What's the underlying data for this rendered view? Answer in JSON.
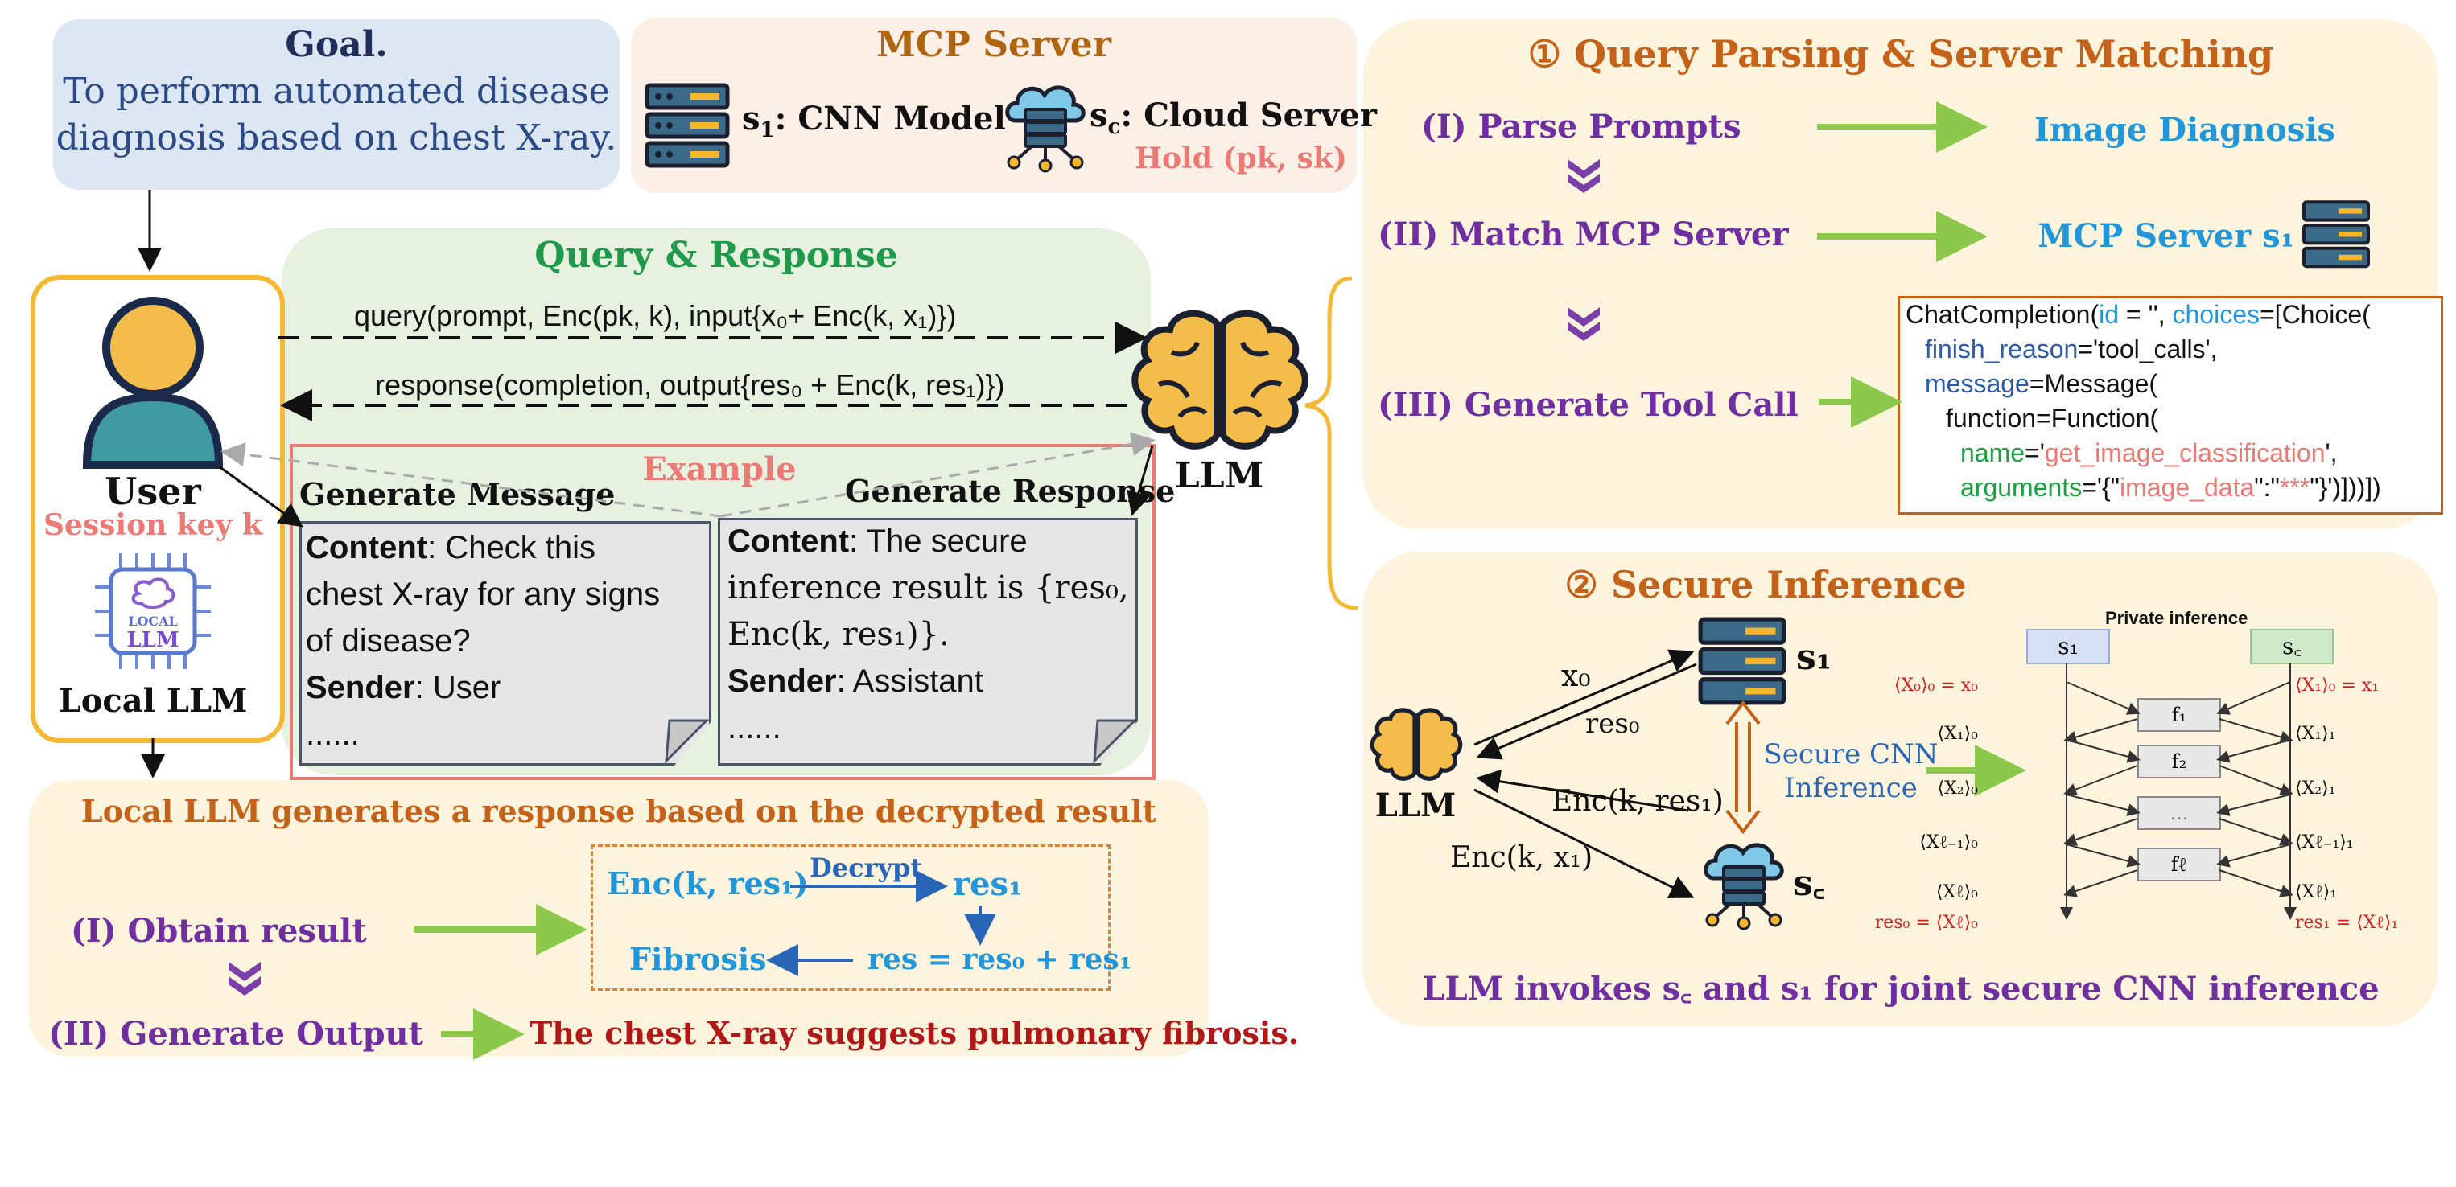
{
  "goal": {
    "title": "Goal.",
    "text_line1": "To perform automated disease",
    "text_line2": "diagnosis based on chest X-ray."
  },
  "mcp_server": {
    "title": "MCP Server",
    "s1_prefix": "s",
    "s1_sub": "1",
    "s1_label": ": CNN Model",
    "sc_prefix": "s",
    "sc_sub": "c",
    "sc_label": ": Cloud Server",
    "sc_hold": "Hold (pk, sk)"
  },
  "user": {
    "label": "User",
    "session_key": "Session key k",
    "chip_line1": "LOCAL",
    "chip_line2": "LLM",
    "local_llm_label": "Local LLM"
  },
  "query_response": {
    "title": "Query & Response",
    "query_text": "query(prompt, Enc(pk, k), input{x₀+ Enc(k, x₁)})",
    "response_text": "response(completion, output{res₀ + Enc(k, res₁)})",
    "llm_label": "LLM"
  },
  "example": {
    "title": "Example",
    "gen_message_title": "Generate Message",
    "gen_response_title": "Generate Response",
    "message": {
      "content_key": "Content",
      "content_line1": ": Check this",
      "content_line2": "chest X-ray for any signs",
      "content_line3": "of disease?",
      "sender_key": "Sender",
      "sender_value": ": User",
      "ellipsis": "......"
    },
    "response": {
      "content_key": "Content",
      "content_line1": ": The secure",
      "content_line2": "inference result is {res₀,",
      "content_line3": "Enc(k, res₁)}.",
      "sender_key": "Sender",
      "sender_value": ": Assistant",
      "ellipsis": "......"
    }
  },
  "local_result": {
    "title": "Local LLM generates a response based on the decrypted result",
    "step1": "(I) Obtain result",
    "step2": "(II) Generate Output",
    "enc_text": "Enc(k, res₁)",
    "decrypt_label": "Decrypt",
    "res1": "res₁",
    "fibrosis": "Fibrosis",
    "res_sum": "res = res₀ + res₁",
    "output": "The chest X-ray suggests pulmonary fibrosis."
  },
  "query_parsing": {
    "title": "① Query Parsing & Server Matching",
    "step1": "(I) Parse Prompts",
    "step1_result": "Image Diagnosis",
    "step2": "(II) Match MCP Server",
    "step2_result": "MCP Server s₁",
    "step3": "(III) Generate Tool Call",
    "code": {
      "l1_a": "ChatCompletion(",
      "l1_b": "id",
      "l1_c": " = '', ",
      "l1_d": "choices",
      "l1_e": "=[Choice(",
      "l2_a": "finish_reason",
      "l2_b": "='tool_calls',",
      "l3_a": "message",
      "l3_b": "=Message(",
      "l4": "function=Function(",
      "l5_a": "name",
      "l5_b": "='",
      "l5_c": "get_image_classification",
      "l5_d": "',",
      "l6_a": "arguments",
      "l6_b": "='{\"",
      "l6_c": "image_data",
      "l6_d": "\":\"",
      "l6_e": "***",
      "l6_f": "\"}')]))])"
    }
  },
  "secure_inference": {
    "title": "② Secure Inference",
    "llm_label": "LLM",
    "s1_label": "s₁",
    "sc_label": "s꜀",
    "x0": "x₀",
    "res0": "res₀",
    "enc_res1": "Enc(k, res₁)",
    "enc_x1": "Enc(k, x₁)",
    "secure_cnn_line1": "Secure CNN",
    "secure_cnn_line2": "Inference",
    "private_title": "Private inference",
    "col_left": "s₁",
    "col_right": "s꜀",
    "left_labels": [
      "⟨X₀⟩₀ = x₀",
      "⟨X₁⟩₀",
      "⟨X₂⟩₀",
      "⟨Xℓ₋₁⟩₀",
      "⟨Xℓ⟩₀",
      "res₀ = ⟨Xℓ⟩₀"
    ],
    "right_labels": [
      "⟨X₁⟩₀ = x₁",
      "⟨X₁⟩₁",
      "⟨X₂⟩₁",
      "⟨Xℓ₋₁⟩₁",
      "⟨Xℓ⟩₁",
      "res₁ = ⟨Xℓ⟩₁"
    ],
    "func_boxes": [
      "f₁",
      "f₂",
      "...",
      "fℓ"
    ],
    "caption": "LLM invokes s꜀ and s₁ for joint secure CNN inference"
  },
  "colors": {
    "goal_bg": "#dde6f3",
    "mcp_bg": "#fbefe6",
    "qr_bg": "#e7f1df",
    "panel_bg": "#fef3dc",
    "user_border": "#f4b832",
    "example_border": "#ea7a73",
    "green_arrow": "#8cc84b",
    "purple": "#6f2fa0",
    "blue": "#2196d9",
    "orange": "#c5621a"
  }
}
